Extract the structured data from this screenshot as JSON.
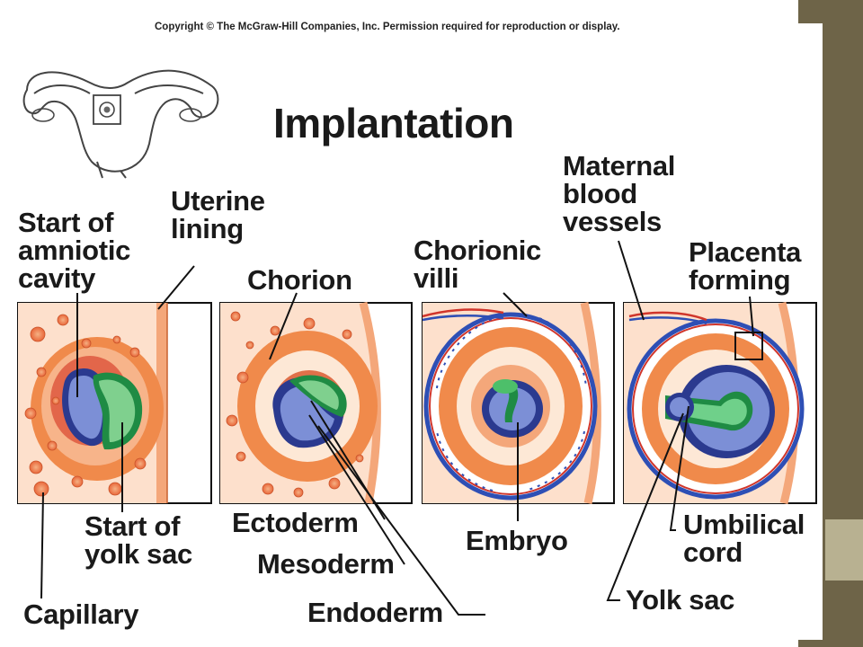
{
  "copyright": "Copyright © The McGraw-Hill Companies, Inc. Permission required for reproduction or display.",
  "title": "Implantation",
  "labels": {
    "start_amniotic": "Start of\namniotic\ncavity",
    "uterine_lining": "Uterine\nlining",
    "chorion": "Chorion",
    "chorionic_villi": "Chorionic\nvilli",
    "maternal_vessels": "Maternal\nblood\nvessels",
    "placenta_forming": "Placenta\nforming",
    "start_yolk_sac": "Start of\nyolk sac",
    "capillary": "Capillary",
    "ectoderm": "Ectoderm",
    "mesoderm": "Mesoderm",
    "endoderm": "Endoderm",
    "embryo": "Embryo",
    "umbilical_cord": "Umbilical\ncord",
    "yolk_sac": "Yolk sac"
  },
  "colors": {
    "tissue_orange": "#f08a4b",
    "tissue_light": "#fcd3b6",
    "amnion_blue": "#5b70c8",
    "yolk_green": "#2fae57",
    "vessel_red": "#d0352b",
    "vessel_blue": "#2e4fb5",
    "side_strip": "#6e6448",
    "accent": "#b8b191"
  }
}
